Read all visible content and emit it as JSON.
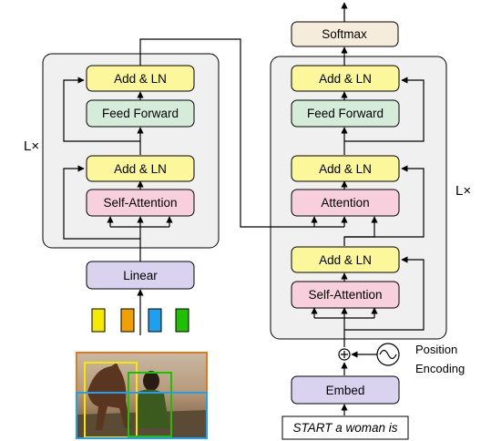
{
  "encoder": {
    "repeat_label": "L×",
    "add_ln_top": "Add & LN",
    "feed_forward": "Feed Forward",
    "add_ln_bottom": "Add & LN",
    "self_attention": "Self-Attention",
    "linear": "Linear",
    "region_colors": [
      "#f7e800",
      "#f0a000",
      "#1ea0ef",
      "#1fc000"
    ]
  },
  "decoder": {
    "repeat_label": "L×",
    "softmax": "Softmax",
    "add_ln_top": "Add & LN",
    "feed_forward": "Feed Forward",
    "add_ln_mid": "Add & LN",
    "attention": "Attention",
    "add_ln_bottom": "Add & LN",
    "self_attention": "Self-Attention",
    "position_encoding_line1": "Position",
    "position_encoding_line2": "Encoding",
    "embed": "Embed",
    "input_text": "START a woman is"
  },
  "colors": {
    "add_ln": "#fbf79a",
    "feed_forward": "#d6ecdb",
    "attention": "#f8d0dd",
    "linear": "#d9d3ef",
    "softmax": "#f5ecdc",
    "block_bg": "#f0f0f0"
  }
}
